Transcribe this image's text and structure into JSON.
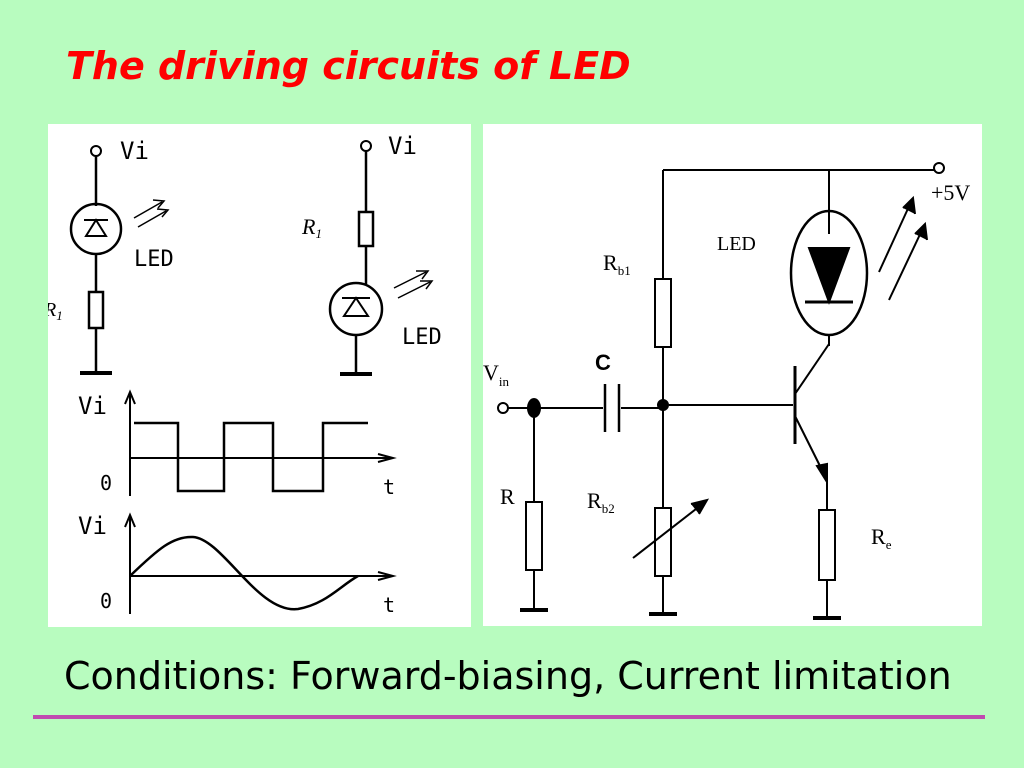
{
  "slide": {
    "title": "The driving circuits of LED",
    "caption": "Conditions: Forward-biasing, Current limitation",
    "accent_color": "#ff0000",
    "background_color": "#b8fcbf",
    "rule_color": "#c04ab0"
  },
  "left_circuits": {
    "circuit_a": {
      "source": "Vi",
      "led": "LED",
      "resistor": "R",
      "resistor_sub": "1"
    },
    "circuit_b": {
      "source": "Vi",
      "led": "LED",
      "resistor": "R",
      "resistor_sub": "1"
    }
  },
  "waveforms": {
    "square": {
      "y_label": "Vi",
      "origin": "0",
      "x_label": "t"
    },
    "sine": {
      "y_label": "Vi",
      "origin": "0",
      "x_label": "t"
    }
  },
  "transistor_circuit": {
    "supply": "+5V",
    "led": "LED",
    "rb1": "R",
    "rb1_sub": "b1",
    "rb2": "R",
    "rb2_sub": "b2",
    "re": "R",
    "re_sub": "e",
    "r": "R",
    "c": "C",
    "vin": "V",
    "vin_sub": "in"
  }
}
